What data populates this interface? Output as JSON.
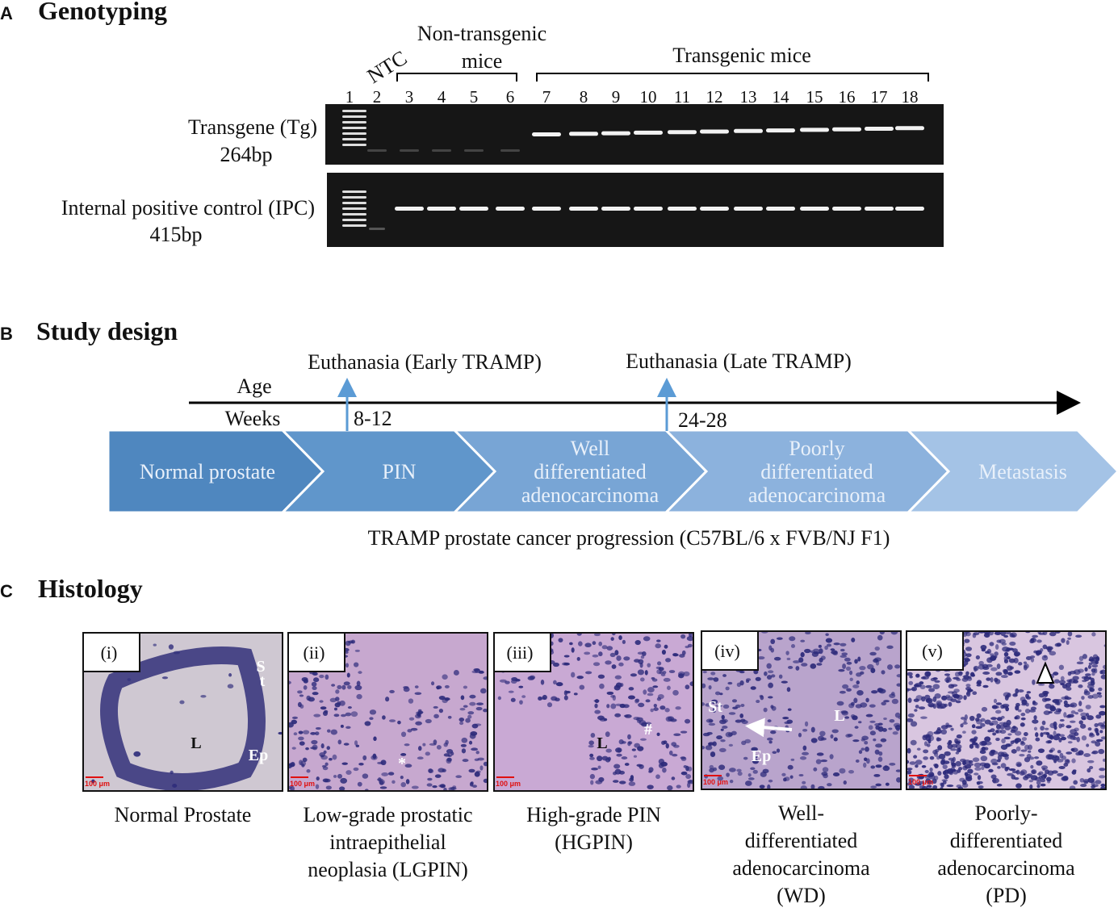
{
  "panel_a": {
    "letter": "A",
    "title": "Genotyping",
    "ntc": "NTC",
    "non_transgenic_line1": "Non-transgenic",
    "non_transgenic_line2": "mice",
    "transgenic": "Transgenic mice",
    "lanes": [
      "1",
      "2",
      "3",
      "4",
      "5",
      "6",
      "7",
      "8",
      "9",
      "10",
      "11",
      "12",
      "13",
      "14",
      "15",
      "16",
      "17",
      "18"
    ],
    "tg_label": "Transgene (Tg)",
    "tg_size": "264bp",
    "ipc_label": "Internal positive control (IPC)",
    "ipc_size": "415bp",
    "tg_band_lanes": [
      7,
      8,
      9,
      10,
      11,
      12,
      13,
      14,
      15,
      16,
      17,
      18
    ],
    "ipc_band_lanes": [
      3,
      4,
      5,
      6,
      7,
      8,
      9,
      10,
      11,
      12,
      13,
      14,
      15,
      16,
      17,
      18
    ],
    "ladder_lane": 1
  },
  "panel_b": {
    "letter": "B",
    "title": "Study design",
    "early": "Euthanasia (Early TRAMP)",
    "late": "Euthanasia (Late TRAMP)",
    "age": "Age",
    "weeks": "Weeks",
    "early_weeks": "8-12",
    "late_weeks": "24-28",
    "stages": [
      {
        "lines": [
          "Normal prostate"
        ],
        "color": "#4f87bf"
      },
      {
        "lines": [
          "PIN"
        ],
        "color": "#6096cb"
      },
      {
        "lines": [
          "Well",
          "differentiated",
          "adenocarcinoma"
        ],
        "color": "#78a5d5"
      },
      {
        "lines": [
          "Poorly",
          "differentiated",
          "adenocarcinoma"
        ],
        "color": "#8cb2dd"
      },
      {
        "lines": [
          "Metastasis"
        ],
        "color": "#a4c3e6"
      }
    ],
    "caption": "TRAMP prostate cancer progression (C57BL/6 x FVB/NJ F1)",
    "arrow_color": "#5b9bd5"
  },
  "panel_c": {
    "letter": "C",
    "title": "Histology",
    "scale_bar": "100 μm",
    "panels": [
      {
        "tag": "(i)",
        "marks": [
          "L",
          "Ep",
          "S",
          "t"
        ],
        "caption": [
          "Normal Prostate"
        ]
      },
      {
        "tag": "(ii)",
        "marks": [
          "*"
        ],
        "caption": [
          "Low-grade prostatic",
          "intraepithelial",
          "neoplasia (LGPIN)"
        ]
      },
      {
        "tag": "(iii)",
        "marks": [
          "L",
          "#"
        ],
        "caption": [
          "High-grade PIN",
          "(HGPIN)"
        ]
      },
      {
        "tag": "(iv)",
        "marks": [
          "St",
          "Ep",
          "L"
        ],
        "caption": [
          "Well-",
          "differentiated",
          "adenocarcinoma",
          "(WD)"
        ]
      },
      {
        "tag": "(v)",
        "marks": [],
        "caption": [
          "Poorly-",
          "differentiated",
          "adenocarcinoma",
          "(PD)"
        ]
      }
    ]
  }
}
